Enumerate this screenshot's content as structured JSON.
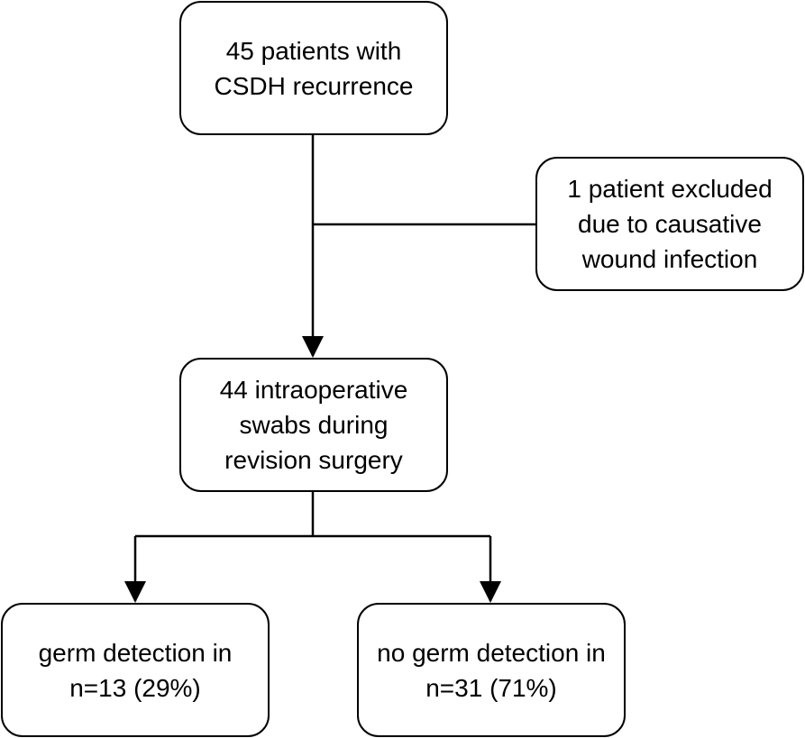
{
  "flowchart": {
    "start": {
      "lines": [
        "45 patients with",
        "CSDH recurrence"
      ]
    },
    "excluded": {
      "lines": [
        "1 patient excluded",
        "due to causative",
        "wound infection"
      ]
    },
    "swabs": {
      "lines": [
        "44 intraoperative",
        "swabs during",
        "revision surgery"
      ]
    },
    "positive": {
      "lines": [
        "germ detection in",
        "n=13 (29%)"
      ]
    },
    "negative": {
      "lines": [
        "no germ detection in",
        "n=31 (71%)"
      ]
    }
  },
  "colors": {
    "stroke": "#000000",
    "background": "#ffffff"
  }
}
